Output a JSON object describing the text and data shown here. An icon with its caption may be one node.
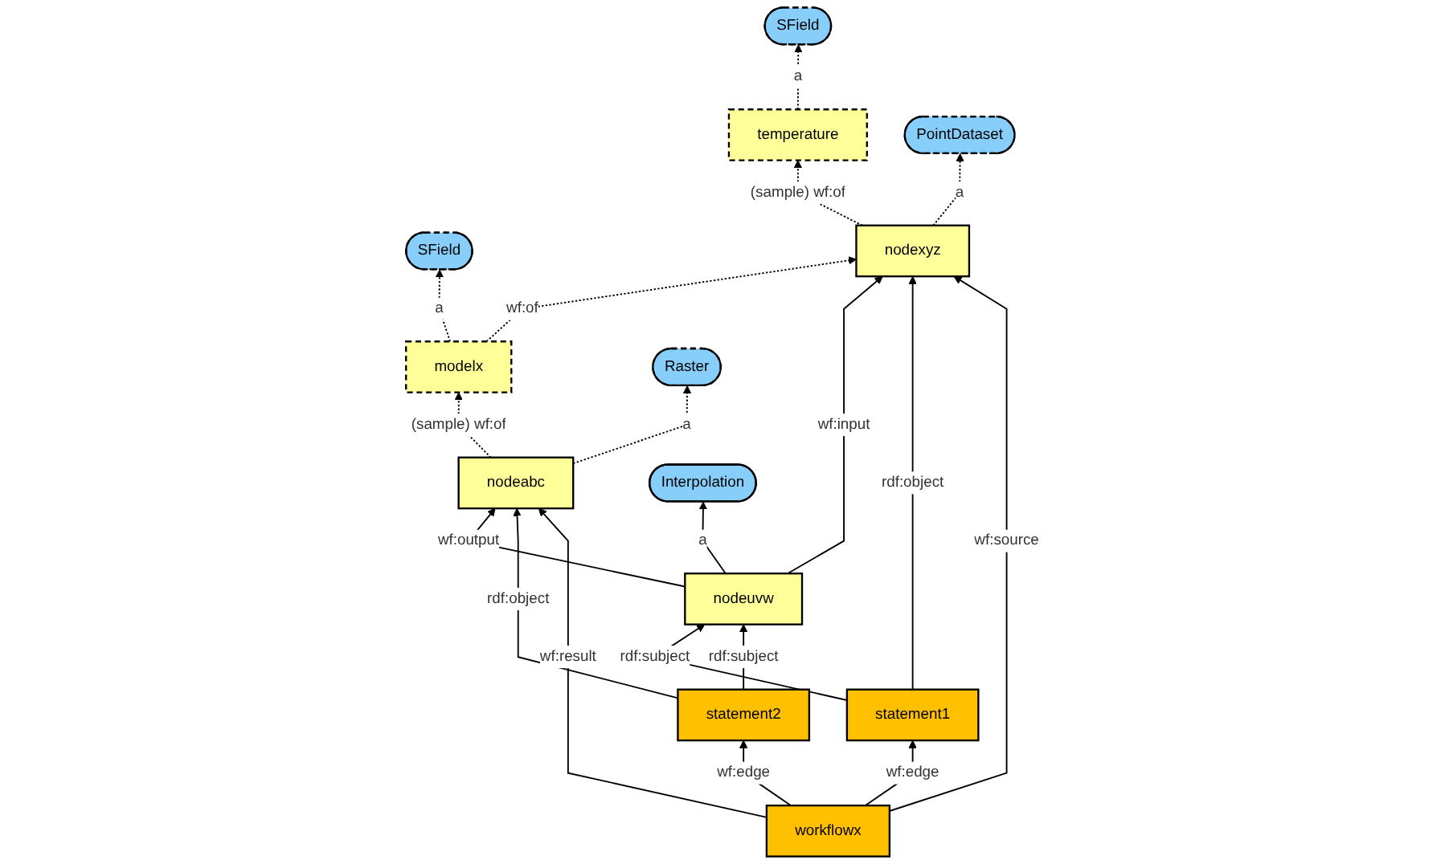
{
  "diagram": {
    "nodes": [
      {
        "text": [
          "SField"
        ]
      },
      {
        "text": [
          "SField"
        ]
      },
      {
        "text": [
          "temperature"
        ]
      },
      {
        "text": [
          "PointDataset"
        ]
      },
      {
        "text": [
          "modelx"
        ]
      },
      {
        "text": [
          "Raster"
        ]
      },
      {
        "text": [
          "nodexyz"
        ]
      },
      {
        "text": [
          "nodeuvw"
        ]
      },
      {
        "text": [
          "nodeabc"
        ]
      },
      {
        "text": [
          "statement1"
        ]
      },
      {
        "text": [
          "Interpolation"
        ]
      },
      {
        "text": [
          "statement2"
        ]
      },
      {
        "text": [
          "workflowx"
        ]
      }
    ],
    "edges": [
      {
        "from": 2,
        "to": 0,
        "arrow": "to",
        "label": "a",
        "style": "dashed"
      },
      {
        "from": 4,
        "to": 1,
        "arrow": "to",
        "label": "a",
        "style": "dashed"
      },
      {
        "from": 6,
        "to": 2,
        "arrow": "to",
        "label": "(sample) wf:of",
        "style": "dashed"
      },
      {
        "from": 6,
        "to": 3,
        "arrow": "to",
        "label": "a",
        "style": "dashed"
      },
      {
        "from": 4,
        "to": 6,
        "arrow": "to",
        "label": "wf:of",
        "style": "dashed"
      },
      {
        "from": 8,
        "to": 4,
        "arrow": "to",
        "label": "(sample) wf:of",
        "style": "dashed"
      },
      {
        "from": 8,
        "to": 5,
        "arrow": "to",
        "label": "a",
        "style": "dashed"
      },
      {
        "from": 7,
        "to": 6,
        "arrow": "to",
        "label": "wf:input"
      },
      {
        "from": 7,
        "to": 8,
        "arrow": "to",
        "label": "wf:output"
      },
      {
        "from": 9,
        "to": 6,
        "arrow": "to",
        "label": "rdf:object"
      },
      {
        "from": 9,
        "to": 7,
        "arrow": "to",
        "label": "rdf:subject"
      },
      {
        "from": 7,
        "to": 10,
        "arrow": "to",
        "label": "a"
      },
      {
        "from": 11,
        "to": 7,
        "arrow": "to",
        "label": "rdf:subject"
      },
      {
        "from": 11,
        "to": 8,
        "arrow": "to",
        "label": "rdf:object"
      },
      {
        "from": 12,
        "to": 9,
        "arrow": "to",
        "label": "wf:edge"
      },
      {
        "from": 12,
        "to": 11,
        "arrow": "to",
        "label": "wf:edge"
      },
      {
        "from": 12,
        "to": 6,
        "arrow": "to",
        "label": "wf:source"
      },
      {
        "from": 12,
        "to": 8,
        "arrow": "to",
        "label": "wf:result"
      }
    ]
  }
}
